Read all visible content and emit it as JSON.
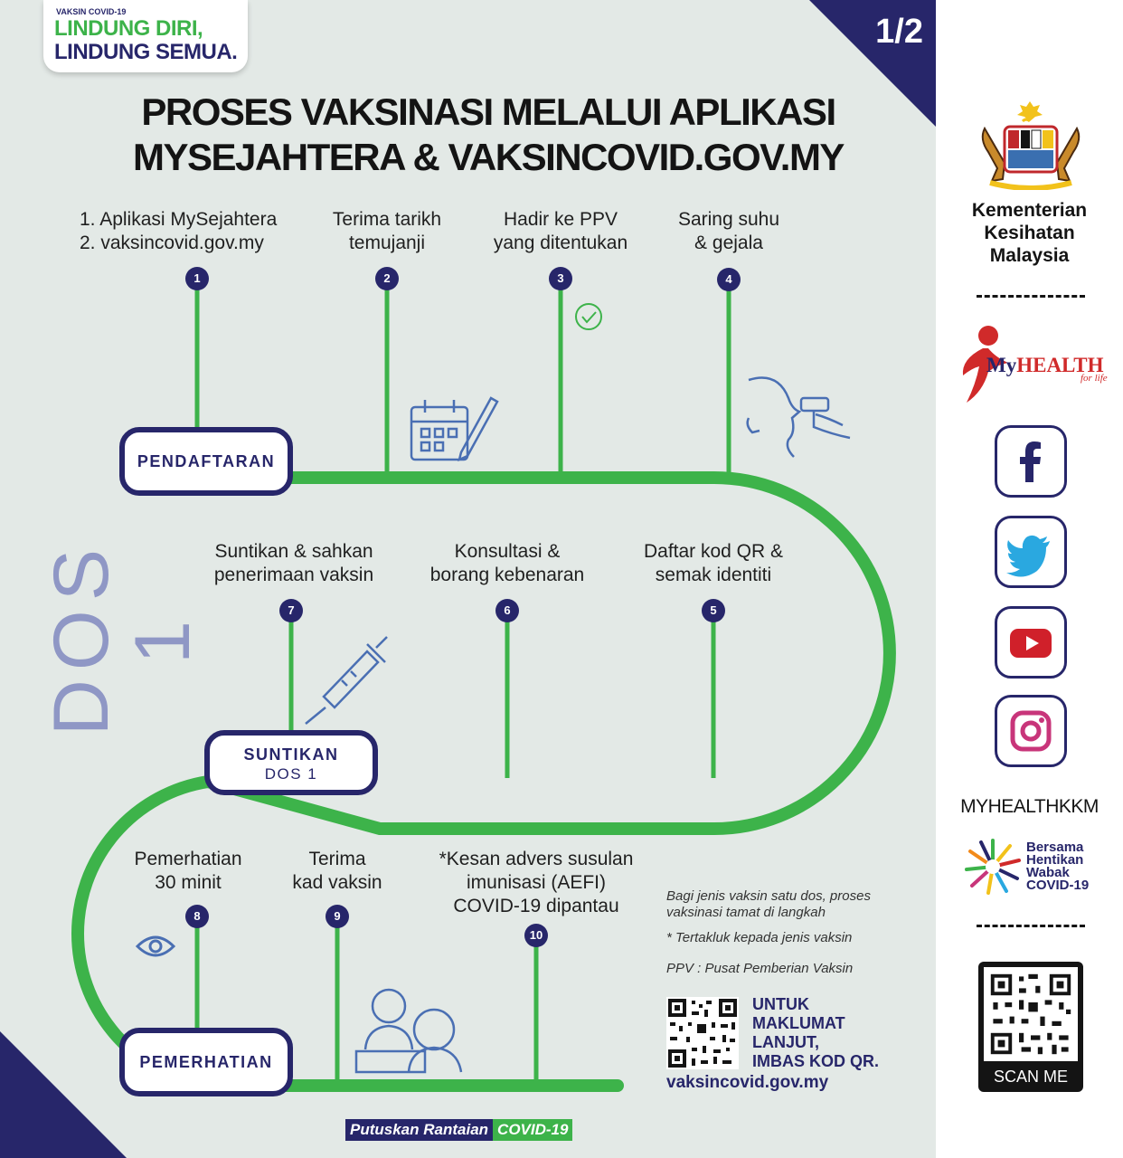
{
  "badge": {
    "small": "VAKSIN COVID-19",
    "line1": "LINDUNG DIRI,",
    "line2": "LINDUNG SEMUA."
  },
  "page_number": "1/2",
  "title": {
    "line1": "PROSES VAKSINASI MELALUI APLIKASI",
    "line2": "MYSEJAHTERA & VAKSINCOVID.GOV.MY"
  },
  "side_label": "DOS 1",
  "steps": [
    {
      "number": "1",
      "lines": [
        "1.  Aplikasi MySejahtera",
        "2.  vaksincovid.gov.my"
      ]
    },
    {
      "number": "2",
      "lines": [
        "Terima tarikh",
        "temujanji"
      ]
    },
    {
      "number": "3",
      "lines": [
        "Hadir ke PPV",
        "yang ditentukan"
      ]
    },
    {
      "number": "4",
      "lines": [
        "Saring suhu",
        "& gejala"
      ]
    },
    {
      "number": "5",
      "lines": [
        "Daftar kod QR &",
        "semak identiti"
      ]
    },
    {
      "number": "6",
      "lines": [
        "Konsultasi &",
        "borang kebenaran"
      ]
    },
    {
      "number": "7",
      "lines": [
        "Suntikan & sahkan",
        "penerimaan vaksin"
      ]
    },
    {
      "number": "8",
      "lines": [
        "Pemerhatian",
        "30 minit"
      ]
    },
    {
      "number": "9",
      "lines": [
        "Terima",
        "kad vaksin"
      ]
    },
    {
      "number": "10",
      "lines": [
        "*Kesan advers susulan",
        "imunisasi (AEFI)",
        "COVID-19 dipantau"
      ]
    }
  ],
  "stages": {
    "pendaftaran": "PENDAFTARAN",
    "suntikan_title": "SUNTIKAN",
    "suntikan_sub": "DOS 1",
    "pemerhatian": "PEMERHATIAN"
  },
  "notes": {
    "note1": "Bagi jenis vaksin satu dos, proses vaksinasi tamat di langkah",
    "note2": "* Tertakluk kepada jenis vaksin",
    "note3": "PPV : Pusat Pemberian Vaksin"
  },
  "more_info": [
    "UNTUK",
    "MAKLUMAT",
    "LANJUT,",
    "IMBAS KOD QR."
  ],
  "website": "vaksincovid.gov.my",
  "tagline": {
    "part1": "Putuskan Rantaian",
    "part2": "COVID-19"
  },
  "sidebar": {
    "ministry": [
      "Kementerian",
      "Kesihatan",
      "Malaysia"
    ],
    "myhealth": {
      "my": "My",
      "health": "HEALTH",
      "sub": "for life"
    },
    "socials": [
      "facebook",
      "twitter",
      "youtube",
      "instagram"
    ],
    "handle": "MYHEALTHKKM",
    "bersama": [
      "Bersama",
      "Hentikan",
      "Wabak",
      "COVID-19"
    ],
    "scan": "SCAN ME"
  },
  "colors": {
    "navy": "#27266a",
    "green": "#3db34a",
    "background": "#e3e9e6",
    "side_label": "#8f97c5"
  },
  "icons": [
    "calendar-edit-icon",
    "check-circle-icon",
    "thermometer-scan-icon",
    "syringe-icon",
    "eye-icon",
    "doctor-patient-icon",
    "qr-code-icon"
  ]
}
